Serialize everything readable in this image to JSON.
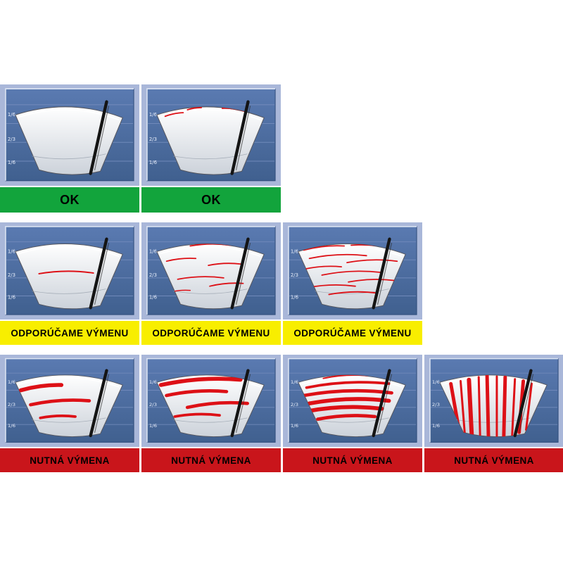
{
  "title": "wiper-blade-wear-chart",
  "scale_marks": [
    "1/6",
    "2/3",
    "1/6"
  ],
  "colors": {
    "page_bg": "#ffffff",
    "cell_bg": "#a9b7d9",
    "panel_top": "#5a7ab1",
    "panel_bottom": "#40608f",
    "panel_line": "#7089ba",
    "bevel_light": "#dde5f3",
    "bevel_dark": "#2f4c7a",
    "fan_top": "#ffffff",
    "fan_bottom": "#ccd2da",
    "fan_stroke": "#55565e",
    "blade": "#141414",
    "streak": "#dd1016",
    "ok_bg": "#12a43c",
    "recommend_bg": "#f8ee00",
    "required_bg": "#c9151b",
    "label_fg": "#000000"
  },
  "rows": [
    {
      "status": "ok",
      "label": "OK",
      "cells": [
        {
          "condition": "clean",
          "streaks": []
        },
        {
          "condition": "minor-top-marks",
          "streaks": [
            [
              34,
              44,
              60,
              39,
              1.8
            ],
            [
              66,
              35,
              86,
              32,
              1.8
            ],
            [
              116,
              33,
              148,
              37,
              1.8
            ]
          ]
        }
      ]
    },
    {
      "status": "recommend",
      "label": "ODPORÚČAME VÝMENU",
      "cells": [
        {
          "condition": "single-thin-streak",
          "streaks": [
            [
              56,
              74,
              134,
              73,
              2
            ]
          ]
        },
        {
          "condition": "several-thin-streaks",
          "streaks": [
            [
              70,
              34,
              128,
              33,
              1.8
            ],
            [
              36,
              56,
              78,
              52,
              1.8
            ],
            [
              96,
              62,
              142,
              60,
              1.8
            ],
            [
              52,
              82,
              118,
              80,
              1.8
            ],
            [
              98,
              92,
              146,
              88,
              1.8
            ],
            [
              44,
              100,
              70,
              98,
              1.5
            ]
          ]
        },
        {
          "condition": "many-thin-streaks",
          "streaks": [
            [
              30,
              40,
              88,
              34,
              1.8
            ],
            [
              98,
              33,
              160,
              38,
              1.8
            ],
            [
              38,
              52,
              120,
              48,
              1.8
            ],
            [
              92,
              58,
              164,
              56,
              1.8
            ],
            [
              28,
              68,
              84,
              64,
              1.8
            ],
            [
              56,
              76,
              140,
              72,
              1.8
            ],
            [
              94,
              86,
              162,
              84,
              1.8
            ],
            [
              36,
              94,
              104,
              92,
              1.8
            ],
            [
              66,
              104,
              136,
              102,
              1.8
            ]
          ]
        }
      ]
    },
    {
      "status": "required",
      "label": "NUTNÁ VÝMENA",
      "cells": [
        {
          "condition": "few-thick-smears",
          "streaks": [
            [
              30,
              54,
              88,
              46,
              6
            ],
            [
              44,
              76,
              128,
              70,
              5
            ],
            [
              58,
              96,
              108,
              94,
              4
            ]
          ]
        },
        {
          "condition": "more-thick-smears",
          "streaks": [
            [
              28,
              46,
              142,
              38,
              6
            ],
            [
              36,
              62,
              122,
              56,
              5
            ],
            [
              66,
              80,
              152,
              74,
              5
            ],
            [
              48,
              94,
              112,
              92,
              4
            ]
          ]
        },
        {
          "condition": "heavy-thick-smears",
          "streaks": [
            [
              58,
              36,
              122,
              32,
              2
            ],
            [
              34,
              50,
              152,
              44,
              4
            ],
            [
              30,
              62,
              156,
              58,
              5
            ],
            [
              38,
              74,
              152,
              70,
              6
            ],
            [
              34,
              86,
              142,
              82,
              6
            ],
            [
              50,
              98,
              132,
              94,
              5
            ]
          ]
        },
        {
          "condition": "vertical-streaking",
          "streaks": [
            [
              58,
              30,
              140,
              30,
              1.2
            ],
            [
              38,
              44,
              50,
              116,
              5
            ],
            [
              52,
              40,
              58,
              120,
              3
            ],
            [
              64,
              38,
              68,
              122,
              6
            ],
            [
              78,
              34,
              80,
              124,
              3
            ],
            [
              90,
              32,
              92,
              126,
              5
            ],
            [
              104,
              33,
              104,
              126,
              3
            ],
            [
              116,
              34,
              114,
              124,
              5
            ],
            [
              130,
              37,
              126,
              122,
              3
            ],
            [
              142,
              40,
              136,
              118,
              5
            ],
            [
              154,
              44,
              146,
              114,
              3
            ]
          ]
        }
      ]
    }
  ]
}
